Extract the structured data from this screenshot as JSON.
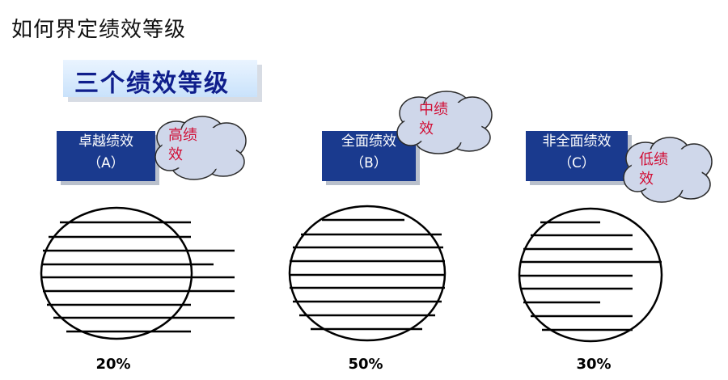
{
  "title": "如何界定绩效等级",
  "banner": "三个绩效等级",
  "grades": [
    {
      "name": "卓越绩效",
      "code": "（A）",
      "cloud": "高绩\n效",
      "percent": "20%"
    },
    {
      "name": "全面绩效",
      "code": "（B）",
      "cloud": "中绩\n效",
      "percent": "50%"
    },
    {
      "name": "非全面绩效",
      "code": "（C）",
      "cloud": "低绩\n效",
      "percent": "30%"
    }
  ],
  "colors": {
    "box": "#1a3a8e",
    "banner_text": "#0f1e8c",
    "cloud_text": "#d10e35",
    "cloud_fill": "#cfd7ea"
  }
}
